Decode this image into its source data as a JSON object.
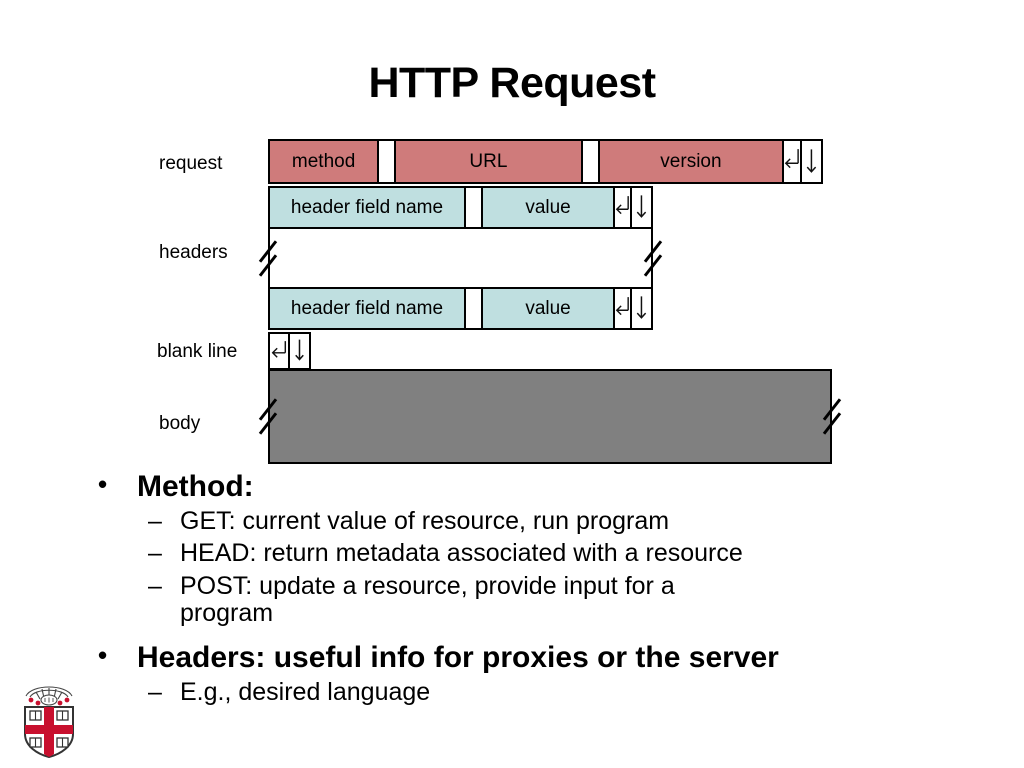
{
  "slide": {
    "title": "HTTP Request"
  },
  "diagram": {
    "labels": {
      "request": "request",
      "headers": "headers",
      "blank_line": "blank line",
      "body": "body"
    },
    "request_row": {
      "method": "method",
      "separator1": " ",
      "url": "URL",
      "separator2": " ",
      "version": "version",
      "cr": "←",
      "lf": "↓"
    },
    "header_row_1": {
      "field_name": "header field name",
      "separator": " ",
      "value": "value",
      "cr": "←",
      "lf": "↓"
    },
    "header_row_2": {
      "field_name": "header field name",
      "separator": " ",
      "value": "value",
      "cr": "←",
      "lf": "↓"
    },
    "blank_line_row": {
      "cr": "←",
      "lf": "↓"
    },
    "body_row": {
      "content": ""
    },
    "colors": {
      "request_fill": "#cf7b7b",
      "header_fill": "#bfdfe0",
      "body_fill": "#808080",
      "border": "#000000",
      "background": "#ffffff"
    }
  },
  "content": {
    "bullets": [
      {
        "level": 1,
        "text": "Method:"
      },
      {
        "level": 2,
        "text": "GET: current value of resource, run program"
      },
      {
        "level": 2,
        "text": "HEAD: return metadata associated with a resource"
      },
      {
        "level": 2,
        "text": "POST: update a resource, provide input for a program"
      },
      {
        "level": 1,
        "text": "Headers: useful info for proxies or the server"
      },
      {
        "level": 2,
        "text": "E.g., desired language"
      }
    ]
  },
  "logo": {
    "name": "brown-university-crest",
    "colors": {
      "cross": "#c8102e",
      "outline": "#333333"
    }
  }
}
